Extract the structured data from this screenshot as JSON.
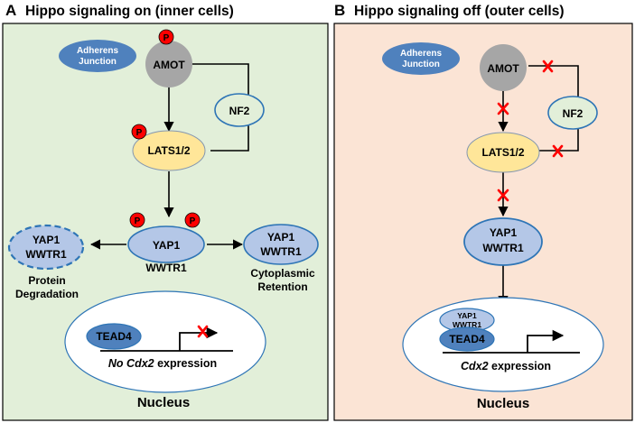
{
  "panels": [
    {
      "letter": "A",
      "title": "Hippo signaling on (inner cells)",
      "adherens_l1": "Adherens",
      "adherens_l2": "Junction",
      "amot": "AMOT",
      "nf2": "NF2",
      "lats": "LATS1/2",
      "phospho": "P",
      "yap_center_l1": "YAP1",
      "yap_center_l2": "WWTR1",
      "yap_left_l1": "YAP1",
      "yap_left_l2": "WWTR1",
      "yap_right_l1": "YAP1",
      "yap_right_l2": "WWTR1",
      "degradation_l1": "Protein",
      "degradation_l2": "Degradation",
      "retention_l1": "Cytoplasmic",
      "retention_l2": "Retention",
      "tead": "TEAD4",
      "expression_italic": "No Cdx2",
      "expression_rest": " expression",
      "nucleus": "Nucleus"
    },
    {
      "letter": "B",
      "title": "Hippo signaling off (outer cells)",
      "adherens_l1": "Adherens",
      "adherens_l2": "Junction",
      "amot": "AMOT",
      "nf2": "NF2",
      "lats": "LATS1/2",
      "yap_center_l1": "YAP1",
      "yap_center_l2": "WWTR1",
      "yap_nuc_l1": "YAP1",
      "yap_nuc_l2": "WWTR1",
      "tead": "TEAD4",
      "expression_italic": "Cdx2",
      "expression_rest": " expression",
      "nucleus": "Nucleus"
    }
  ],
  "colors": {
    "panel_a_bg": "#e2efd9",
    "panel_b_bg": "#fbe4d5",
    "blue_fill": "#4f81bd",
    "light_blue_fill": "#b4c7e7",
    "lats_fill": "#ffe699",
    "amot_fill": "#a6a6a6",
    "phospho_red": "#ff0000",
    "inhibit_x": "#ff0000"
  }
}
